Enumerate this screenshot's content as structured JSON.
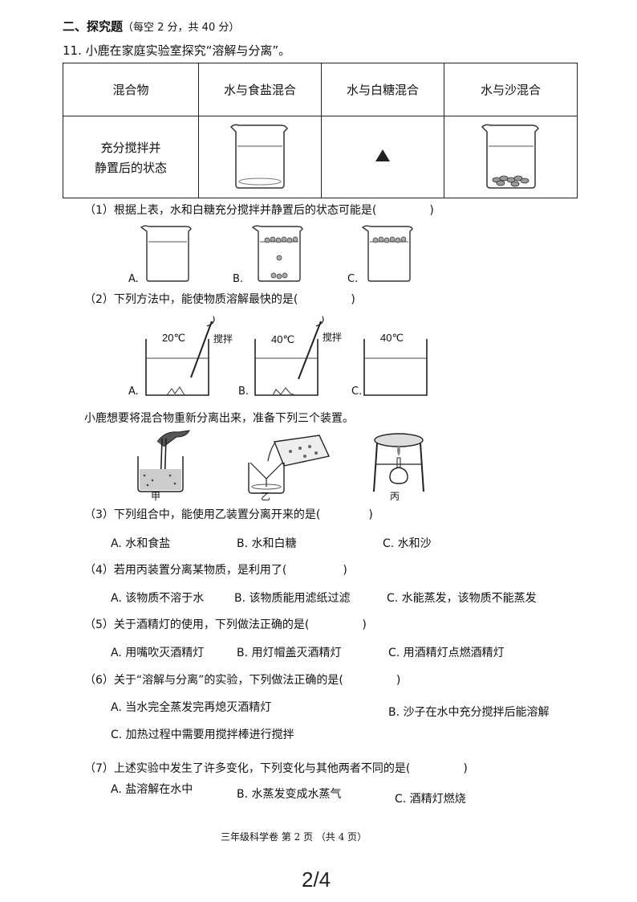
{
  "section_heading": "二、探究题",
  "section_note": "（每空 2 分，共 40 分）",
  "q11_title": "11. 小鹿在家庭实验室探究“溶解与分离”。",
  "table": {
    "header": [
      "混合物",
      "水与食盐混合",
      "水与白糖混合",
      "水与沙混合"
    ],
    "row_label_line1": "充分搅拌并",
    "row_label_line2": "静置后的状态"
  },
  "q1": {
    "stem": "（1）根据上表，水和白糖充分搅拌并静置后的状态可能是(",
    "close": ")",
    "options": [
      "A.",
      "B.",
      "C."
    ]
  },
  "q2": {
    "stem": "（2）下列方法中，能使物质溶解最快的是(",
    "close": ")",
    "options": [
      "A.",
      "B.",
      "C."
    ],
    "temps": [
      "20℃",
      "40℃",
      "40℃"
    ],
    "stir_label": "搅拌"
  },
  "setup_intro": "小鹿想要将混合物重新分离出来，准备下列三个装置。",
  "devices": [
    "甲",
    "乙",
    "丙"
  ],
  "q3": {
    "stem": "（3）下列组合中，能使用乙装置分离开来的是(",
    "close": ")",
    "options": [
      "A. 水和食盐",
      "B. 水和白糖",
      "C. 水和沙"
    ]
  },
  "q4": {
    "stem": "（4）若用丙装置分离某物质，是利用了(",
    "close": ")",
    "options": [
      "A. 该物质不溶于水",
      "B. 该物质能用滤纸过滤",
      "C. 水能蒸发，该物质不能蒸发"
    ]
  },
  "q5": {
    "stem": "（5）关于酒精灯的使用，下列做法正确的是(",
    "close": ")",
    "options": [
      "A. 用嘴吹灭酒精灯",
      "B. 用灯帽盖灭酒精灯",
      "C. 用酒精灯点燃酒精灯"
    ]
  },
  "q6": {
    "stem": "（6）关于“溶解与分离”的实验，下列做法正确的是(",
    "close": ")",
    "options": [
      "A. 当水完全蒸发完再熄灭酒精灯",
      "B. 沙子在水中充分搅拌后能溶解",
      "C. 加热过程中需要用搅拌棒进行搅拌"
    ]
  },
  "q7": {
    "stem": "（7）上述实验中发生了许多变化，下列变化与其他两者不同的是(",
    "close": ")",
    "options": [
      "A. 盐溶解在水中",
      "B. 水蒸发变成水蒸气",
      "C. 酒精灯燃烧"
    ]
  },
  "footer": "三年级科学卷  第 2 页  （共 4 页）",
  "page_indicator": "2/4"
}
